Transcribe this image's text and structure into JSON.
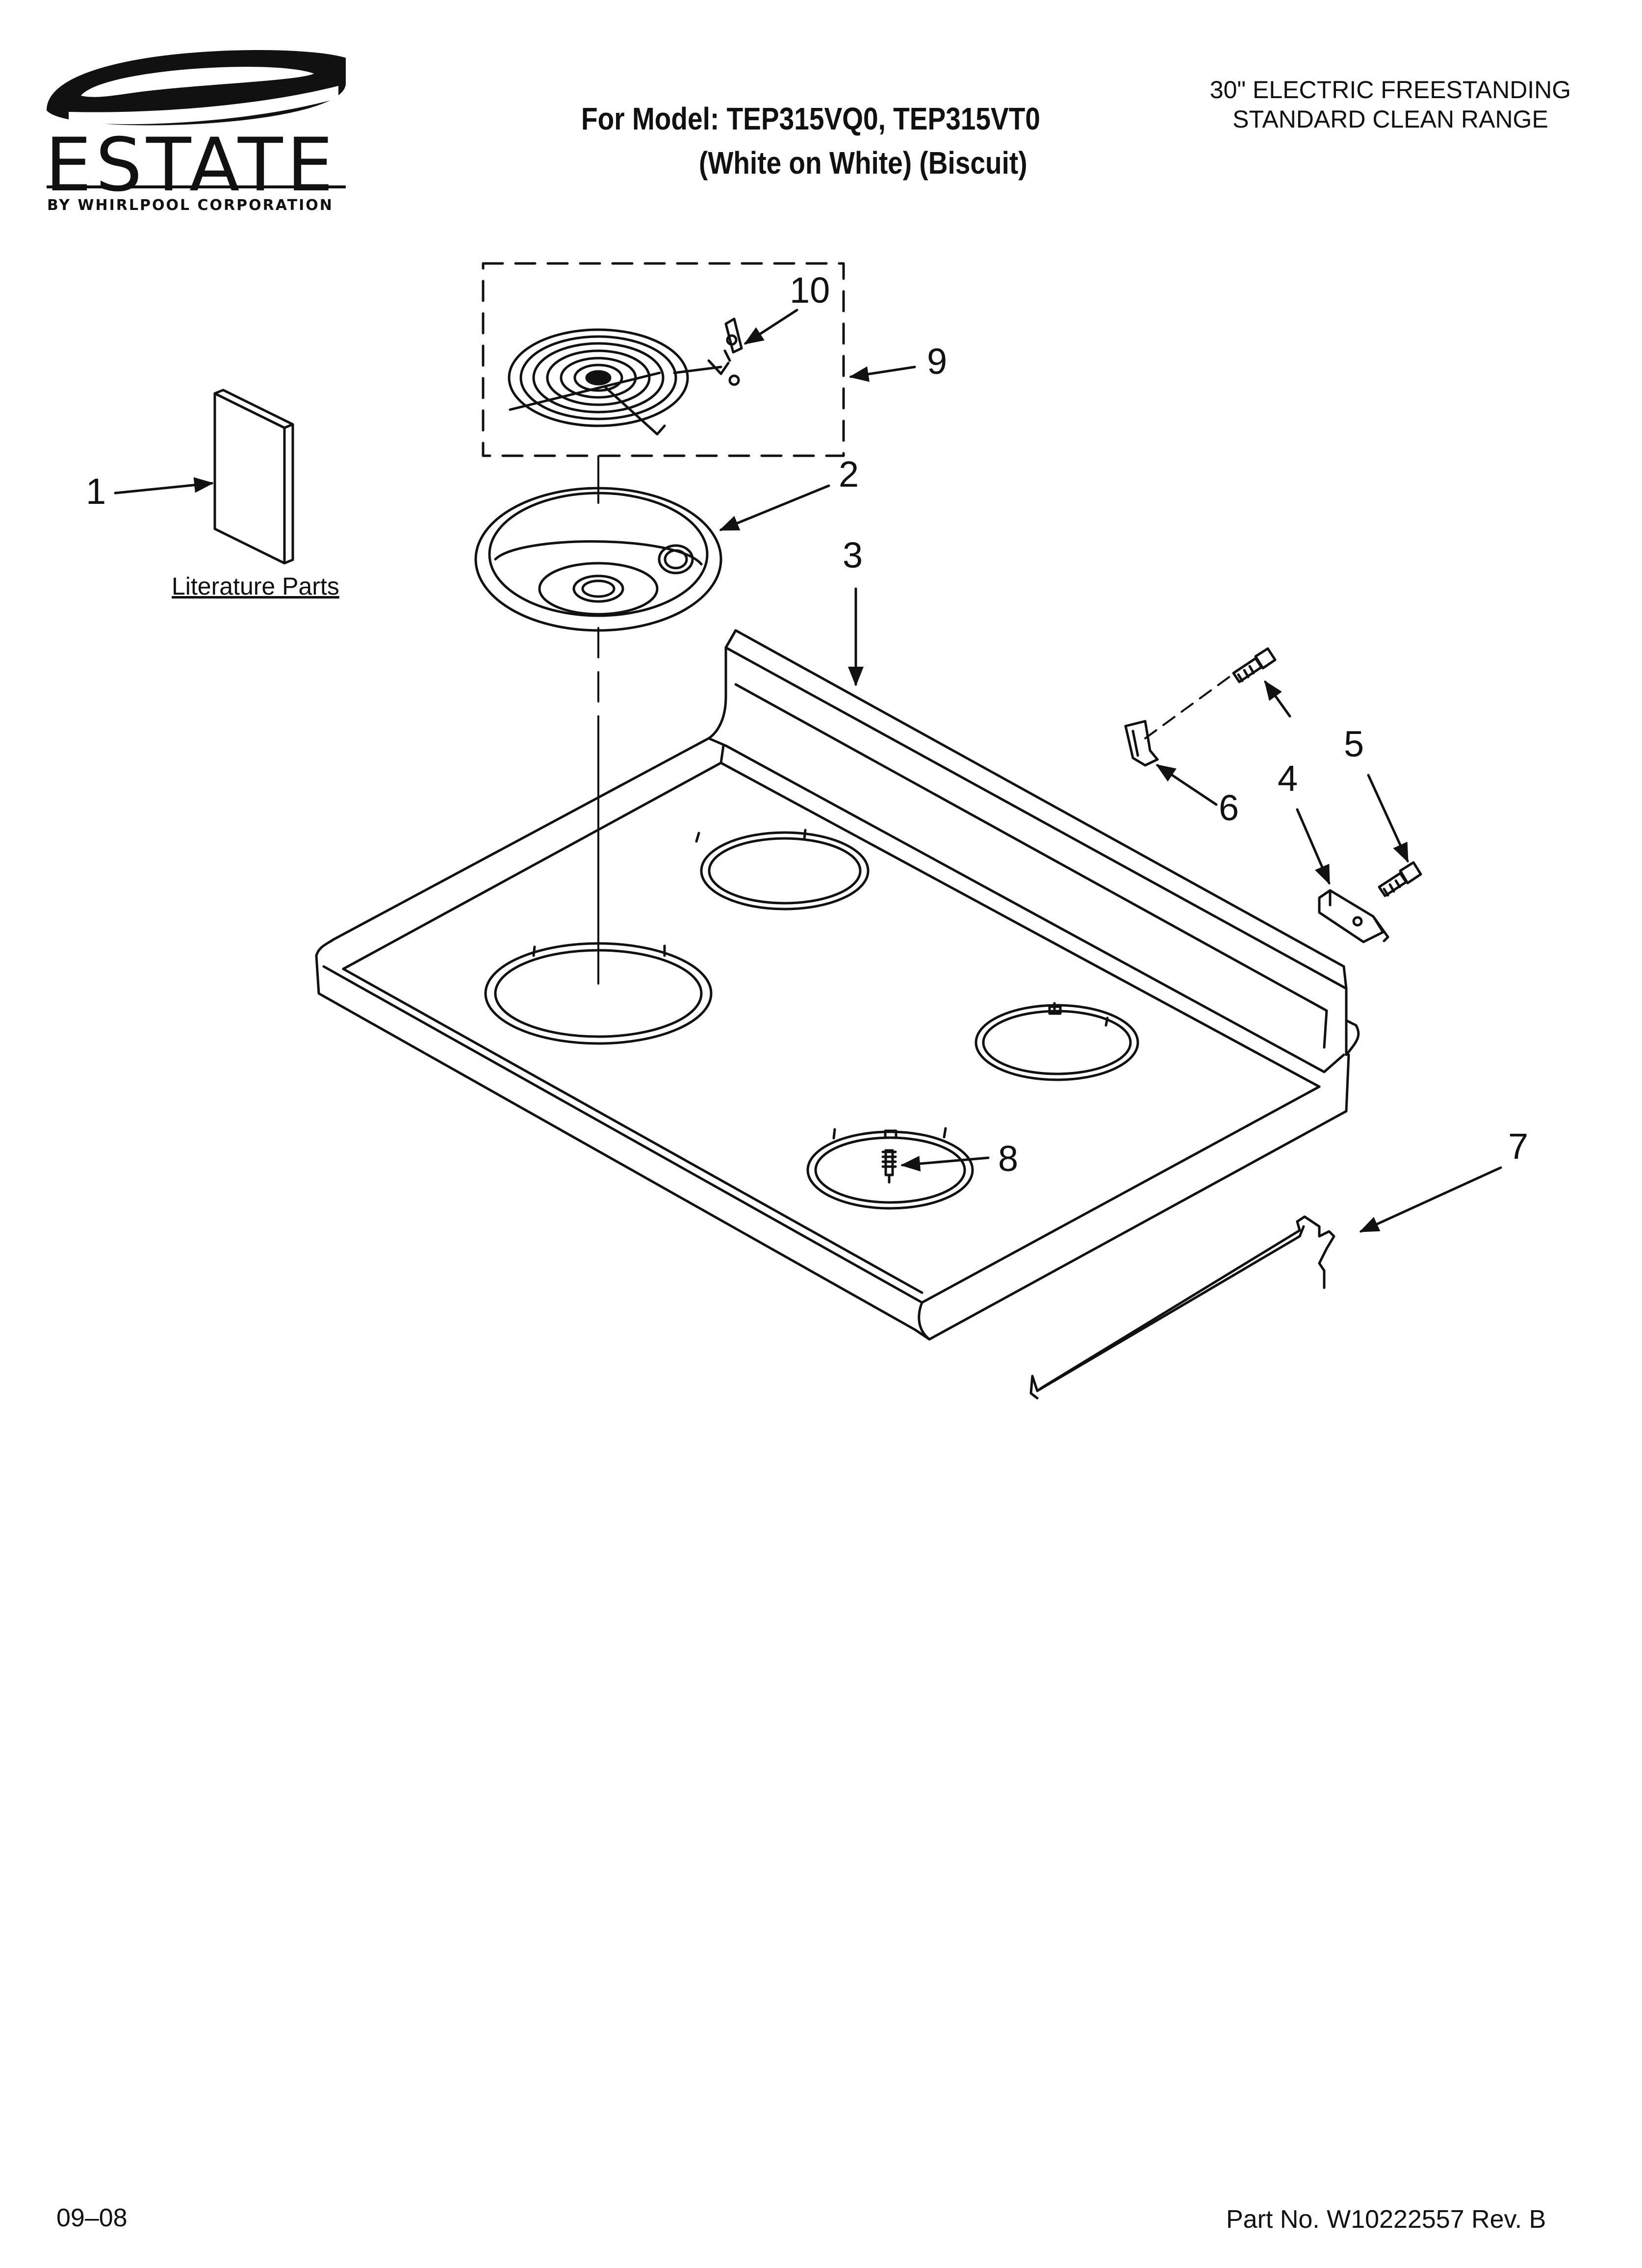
{
  "header": {
    "brand": "ESTATE",
    "brand_tagline": "BY WHIRLPOOL CORPORATION",
    "model_line_1": "For Model: TEP315VQ0, TEP315VT0",
    "model_line_2": "(White on White) (Biscuit)",
    "range_line_1": "30\" ELECTRIC FREESTANDING",
    "range_line_2": "STANDARD CLEAN RANGE"
  },
  "callouts": {
    "c1": "1",
    "c2": "2",
    "c3": "3",
    "c4": "4",
    "c5": "5",
    "c6": "6",
    "c7": "7",
    "c8": "8",
    "c9": "9",
    "c10": "10"
  },
  "literature_label": "Literature Parts",
  "footer": {
    "date": "09–08",
    "part_number": "Part No. W10222557 Rev. B"
  },
  "colors": {
    "ink": "#111111",
    "paper": "#ffffff"
  }
}
